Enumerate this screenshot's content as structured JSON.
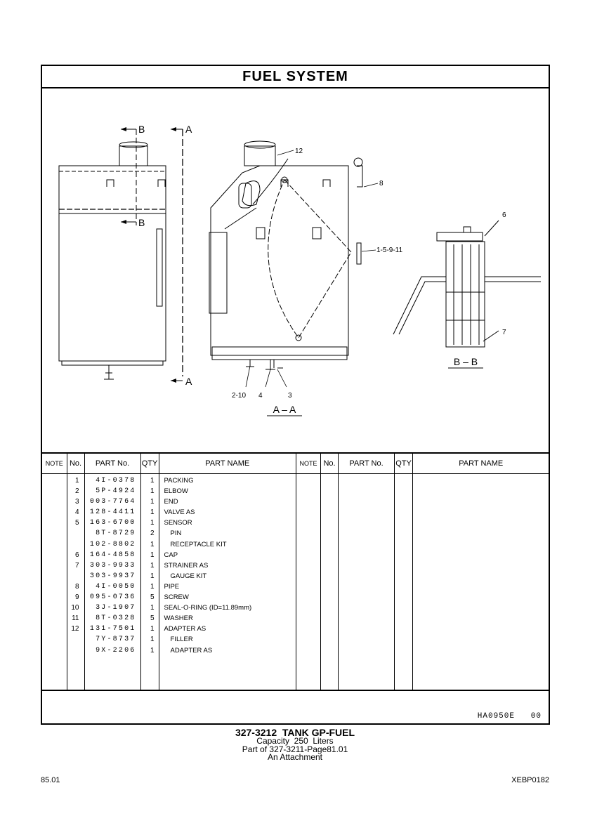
{
  "header": {
    "title": "FUEL  SYSTEM"
  },
  "drawing": {
    "labels": {
      "b_top": "B",
      "b_bottom": "B",
      "a_top": "A",
      "a_bottom": "A",
      "callout_12": "12",
      "callout_8": "8",
      "callout_6": "6",
      "callout_1_5_9_11": "1-5-9-11",
      "callout_7": "7",
      "callout_2_10": "2-10",
      "callout_4": "4",
      "callout_3": "3",
      "section_aa": "A – A",
      "section_bb": "B – B"
    }
  },
  "parts_table": {
    "headers": {
      "note": "NOTE",
      "no": "No.",
      "part_no": "PART No.",
      "qty": "QTY",
      "part_name": "PART NAME"
    },
    "rows": [
      {
        "no": "1",
        "part_no": "4I-0378",
        "qty": "1",
        "name": "PACKING",
        "indent": false
      },
      {
        "no": "2",
        "part_no": "5P-4924",
        "qty": "1",
        "name": "ELBOW",
        "indent": false
      },
      {
        "no": "3",
        "part_no": "003-7764",
        "qty": "1",
        "name": "END",
        "indent": false
      },
      {
        "no": "4",
        "part_no": "128-4411",
        "qty": "1",
        "name": "VALVE AS",
        "indent": false
      },
      {
        "no": "5",
        "part_no": "163-6700",
        "qty": "1",
        "name": "SENSOR",
        "indent": false
      },
      {
        "no": "",
        "part_no": "8T-8729",
        "qty": "2",
        "name": "PIN",
        "indent": true
      },
      {
        "no": "",
        "part_no": "102-8802",
        "qty": "1",
        "name": "RECEPTACLE KIT",
        "indent": true
      },
      {
        "no": "6",
        "part_no": "164-4858",
        "qty": "1",
        "name": "CAP",
        "indent": false
      },
      {
        "no": "7",
        "part_no": "303-9933",
        "qty": "1",
        "name": "STRAINER AS",
        "indent": false
      },
      {
        "no": "",
        "part_no": "303-9937",
        "qty": "1",
        "name": "GAUGE KIT",
        "indent": true
      },
      {
        "no": "8",
        "part_no": "4I-0050",
        "qty": "1",
        "name": "PIPE",
        "indent": false
      },
      {
        "no": "9",
        "part_no": "095-0736",
        "qty": "5",
        "name": "SCREW",
        "indent": false
      },
      {
        "no": "10",
        "part_no": "3J-1907",
        "qty": "1",
        "name": "SEAL-O-RING (ID=11.89mm)",
        "indent": false
      },
      {
        "no": "11",
        "part_no": "8T-0328",
        "qty": "5",
        "name": "WASHER",
        "indent": false
      },
      {
        "no": "12",
        "part_no": "131-7501",
        "qty": "1",
        "name": "ADAPTER AS",
        "indent": false
      },
      {
        "no": "",
        "part_no": "7Y-8737",
        "qty": "1",
        "name": "FILLER",
        "indent": true
      },
      {
        "no": "",
        "part_no": "9X-2206",
        "qty": "1",
        "name": "ADAPTER AS",
        "indent": true
      }
    ]
  },
  "footer": {
    "drawing_code": "HA0950E   00",
    "caption_title": "327-3212  TANK GP-FUEL",
    "caption_capacity": "Capacity  250  Liters",
    "caption_part_of": "Part of 327-3211-Page81.01",
    "caption_attachment": "An Attachment",
    "page_number": "85.01",
    "doc_id": "XEBP0182"
  }
}
